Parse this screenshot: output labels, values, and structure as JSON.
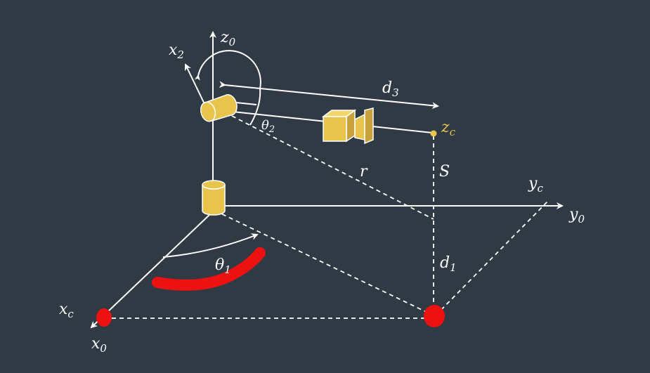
{
  "colors": {
    "background": "#2f3a44",
    "line": "#ffffff",
    "joint": "#e9c44c",
    "annotation": "#ee1111"
  },
  "labels": {
    "z0": {
      "main": "z",
      "sub": "0"
    },
    "x2": {
      "main": "x",
      "sub": "2"
    },
    "d3": {
      "main": "d",
      "sub": "3"
    },
    "theta2": {
      "main": "θ",
      "sub": "2"
    },
    "zc": {
      "main": "z",
      "sub": "c"
    },
    "r": {
      "main": "r"
    },
    "S": {
      "main": "S"
    },
    "yc": {
      "main": "y",
      "sub": "c"
    },
    "y0": {
      "main": "y",
      "sub": "0"
    },
    "theta1": {
      "main": "θ",
      "sub": "1"
    },
    "d1": {
      "main": "d",
      "sub": "1"
    },
    "xc": {
      "main": "x",
      "sub": "c"
    },
    "x0": {
      "main": "x",
      "sub": "0"
    }
  },
  "icons": [
    "base-joint-cylinder",
    "shoulder-joint-cylinder",
    "camera-cube",
    "camera-lens"
  ],
  "annotations": [
    "red-dot-x-axis",
    "red-dot-target",
    "red-scribble-under-theta1"
  ]
}
